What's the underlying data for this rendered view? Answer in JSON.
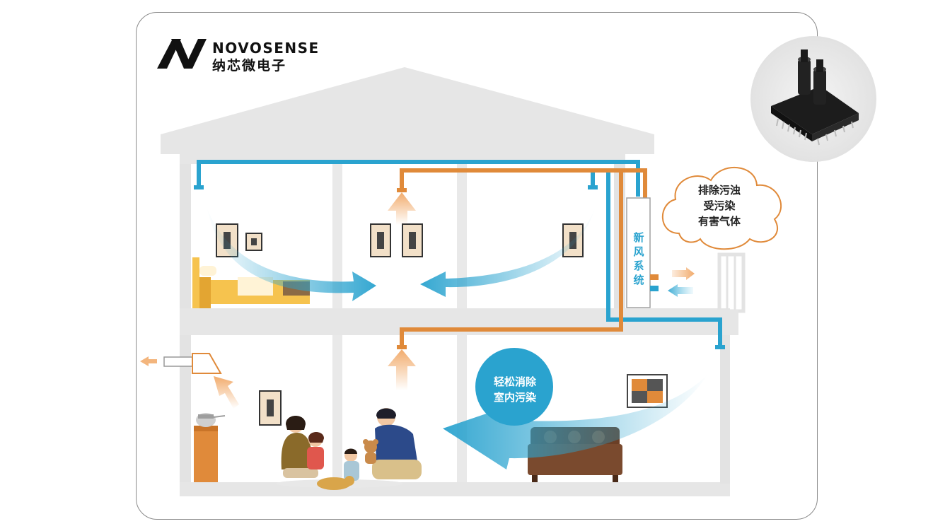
{
  "brand": {
    "name_en": "NOVOSENSE",
    "name_cn": "纳芯微电子"
  },
  "fresh_air_system": {
    "label_chars": [
      "新",
      "风",
      "系",
      "统"
    ]
  },
  "cloud": {
    "lines": [
      "排除污浊",
      "受污染",
      "有害气体"
    ]
  },
  "bubble": {
    "lines": [
      "轻松消除",
      "室内污染"
    ]
  },
  "colors": {
    "duct_blue": "#2aa3cf",
    "duct_orange": "#e08a3a",
    "house_gray": "#e6e6e6",
    "wall_gray": "#d9d9d9",
    "frame_border": "#8a8a8a"
  },
  "icons": [
    "novosense-logo-icon",
    "pressure-sensor-chip-icon",
    "cloud-icon"
  ]
}
